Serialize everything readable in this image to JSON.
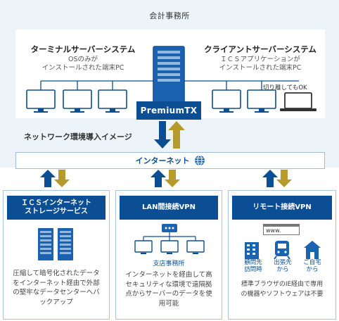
{
  "office": {
    "title": "会計事務所"
  },
  "terminal_system": {
    "title": "ターミナルサーバーシステム",
    "subtitle_line1": "OSのみが",
    "subtitle_line2": "インストールされた端末PC"
  },
  "client_system": {
    "title": "クライアントサーバーシステム",
    "subtitle_line1": "ＩＣＳアプリケーションが",
    "subtitle_line2": "インストールされた端末PC",
    "offline_label": "切り離してもOK"
  },
  "server": {
    "label": "PremiumTX"
  },
  "network": {
    "heading": "ネットワーク環境導入イメージ",
    "internet_label": "インターネット"
  },
  "services": [
    {
      "head_line1": "ＩＣＳインターネット",
      "head_line2": "ストレージサービス",
      "desc_lines": [
        "圧縮して暗号化されたデータ",
        "をインターネット経由で外部",
        "の堅牢なデータセンターへバ",
        "ックアップ"
      ]
    },
    {
      "head_line1": "LAN間接続VPN",
      "branch_label": "支店事務所",
      "desc_lines": [
        "インターネットを経由して高",
        "セキュリティな環境で遠隔拠",
        "点からサーバーのデータを使",
        "用可能"
      ]
    },
    {
      "head_line1": "リモート接続VPN",
      "browser_label": "www.",
      "remote_labels": [
        {
          "line1": "顧問先",
          "line2": "訪問時"
        },
        {
          "line1": "出張先",
          "line2": "から"
        },
        {
          "line1": "ご自宅",
          "line2": "から"
        }
      ],
      "desc_lines": [
        "標準ブラウザのIE経由で専用",
        "の機器やソフトウェアは不要"
      ]
    }
  ],
  "colors": {
    "brand_blue": "#0c4e93",
    "arrow_gold": "#b79a2e",
    "office_bg": "#ecf3f9",
    "panel_border": "#a9c6e0"
  }
}
